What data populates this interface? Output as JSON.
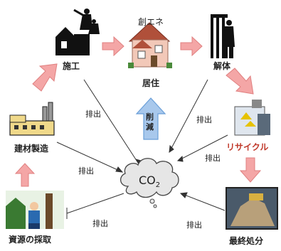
{
  "diagram": {
    "title_top": "創エネ",
    "nodes": {
      "construction": "施工",
      "living": "居住",
      "demolition": "解体",
      "recycle": "リサイクル",
      "final_disposal": "最終処分",
      "resource_extraction": "資源の採取",
      "material_manufacturing": "建材製造"
    },
    "center": {
      "text": "CO",
      "subscript": "2"
    },
    "reduction_label": "削減",
    "emission_label": "排出",
    "emissions_from": [
      "施工",
      "解体",
      "建材製造",
      "リサイクル",
      "資源の採取",
      "最終処分"
    ]
  },
  "colors": {
    "arrow_pink": "#f4a6a6",
    "arrow_pink_stroke": "#e08080",
    "reduction_arrow_blue": "#a8c8ec",
    "reduction_arrow_stroke": "#6a9fd8",
    "recycle_label": "#c0392b"
  }
}
